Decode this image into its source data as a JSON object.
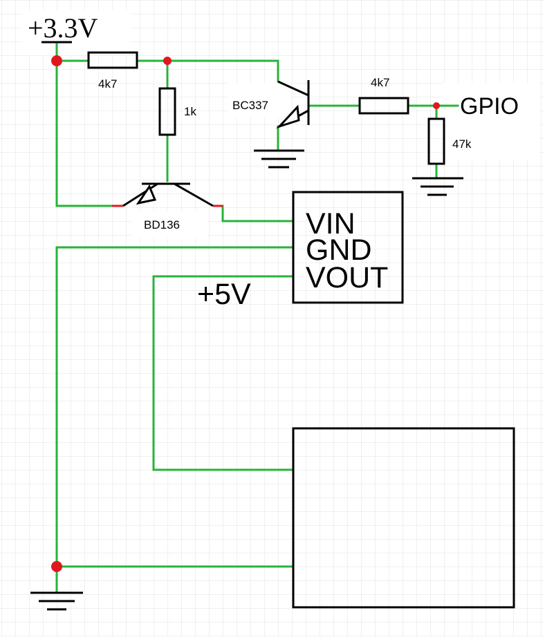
{
  "colors": {
    "wire": "#27b33a",
    "component": "#000000",
    "node": "#e0181e",
    "grid": "#e2e2e2",
    "background": "#ffffff"
  },
  "labels": {
    "supply_3v3": "+3.3V",
    "r_top_value": "4k7",
    "r_1k_value": "1k",
    "q_bc337": "BC337",
    "r_base_value": "4k7",
    "gpio": "GPIO",
    "r_47k_value": "47k",
    "q_bd136": "BD136",
    "module_pins": [
      "VIN",
      "GND",
      "VOUT"
    ],
    "supply_5v": "+5V"
  }
}
